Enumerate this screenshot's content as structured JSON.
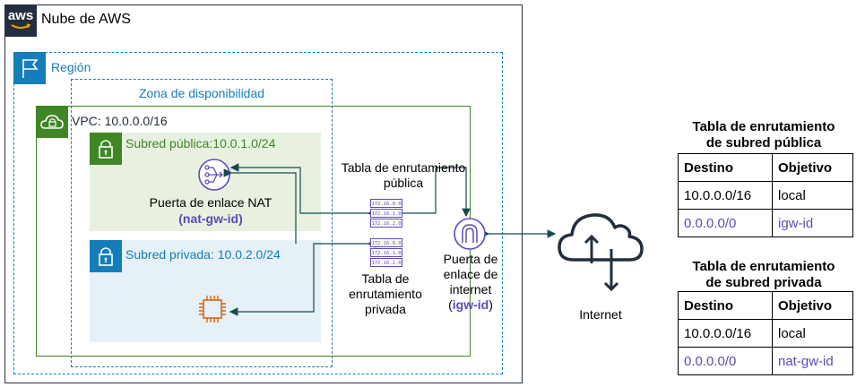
{
  "colors": {
    "cloud_border": "#232f3e",
    "region_border": "#147eba",
    "vpc_border": "#3f8624",
    "public_subnet_bg": "#e8f1e0",
    "private_subnet_bg": "#e6f0f7",
    "accent_purple": "#5b4bb7",
    "ec2_orange": "#d86613",
    "arrow": "#16494f"
  },
  "aws_cloud": {
    "logo_text": "aws",
    "label": "Nube de AWS"
  },
  "region": {
    "label": "Región"
  },
  "availability_zone": {
    "label": "Zona de disponibilidad"
  },
  "vpc": {
    "label": "VPC: 10.0.0.0/16"
  },
  "public_subnet": {
    "label": "Subred pública:10.0.1.0/24",
    "nat_label": "Puerta de enlace NAT",
    "nat_id": "(nat-gw-id)"
  },
  "private_subnet": {
    "label": "Subred privada: 10.0.2.0/24"
  },
  "public_route_table_label": [
    "Tabla de enrutamiento",
    "pública"
  ],
  "private_route_table_label": [
    "Tabla de",
    "enrutamiento",
    "privada"
  ],
  "route_table_rows": [
    "172.16.0.0",
    "172.16.1.0",
    "172.16.2.0"
  ],
  "internet_gateway": {
    "label": [
      "Puerta de",
      "enlace de",
      "internet"
    ],
    "id_open": "(",
    "id": "igw-id",
    "id_close": ")"
  },
  "internet": {
    "label": "Internet"
  },
  "public_table": {
    "title": [
      "Tabla de enrutamiento",
      "de subred pública"
    ],
    "headers": [
      "Destino",
      "Objetivo"
    ],
    "rows": [
      [
        "10.0.0.0/16",
        "local"
      ],
      [
        "0.0.0.0/0",
        "igw-id"
      ]
    ]
  },
  "private_table": {
    "title": [
      "Tabla de enrutamiento",
      "de subred privada"
    ],
    "headers": [
      "Destino",
      "Objetivo"
    ],
    "rows": [
      [
        "10.0.0.0/16",
        "local"
      ],
      [
        "0.0.0.0/0",
        "nat-gw-id"
      ]
    ]
  }
}
